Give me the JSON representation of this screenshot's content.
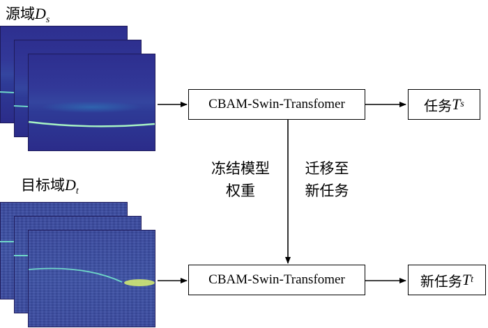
{
  "source_domain": {
    "label": "源域",
    "var": "D",
    "sub": "s"
  },
  "target_domain": {
    "label": "目标域",
    "var": "D",
    "sub": "t"
  },
  "model_top": {
    "label": "CBAM-Swin-Transfomer"
  },
  "model_bottom": {
    "label": "CBAM-Swin-Transfomer"
  },
  "task_top": {
    "label": "任务",
    "var": "T",
    "sub": "s"
  },
  "task_bottom": {
    "label": "新任务",
    "var": "T",
    "sub": "t"
  },
  "freeze_text": {
    "line1": "冻结模型",
    "line2": "权重"
  },
  "transfer_text": {
    "line1": "迁移至",
    "line2": "新任务"
  },
  "colors": {
    "spectrogram_bg": "#2d2f8f",
    "signal_line": "#9ff0c8",
    "box_border": "#000000"
  }
}
